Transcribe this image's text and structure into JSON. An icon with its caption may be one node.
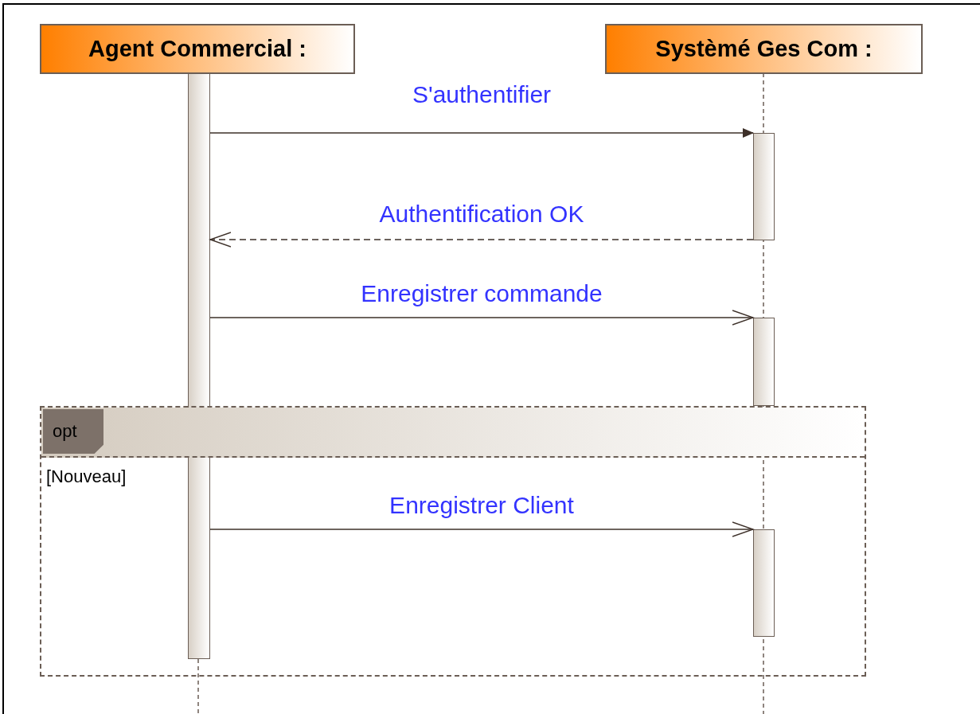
{
  "diagram": {
    "nodes": [
      {
        "text": [
          "Agent Commercial :"
        ]
      },
      {
        "text": [
          "Systèmé Ges Com :"
        ]
      },
      {
        "text": [],
        "shape": "bar"
      },
      {
        "text": [],
        "shape": "bar"
      },
      {
        "text": [],
        "shape": "bar"
      },
      {
        "text": [
          "opt",
          "[Nouveau]"
        ]
      },
      {
        "text": [],
        "shape": "bar",
        "in": 5
      }
    ],
    "edges": [
      {
        "from": 2,
        "to": 3,
        "arrow": "to",
        "label": "S'authentifier"
      },
      {
        "from": 3,
        "to": 2,
        "arrow": "to",
        "label": "Authentification OK",
        "style": "dashed"
      },
      {
        "from": 2,
        "to": 4,
        "arrow": "to",
        "label": "Enregistrer commande"
      },
      {
        "from": 2,
        "to": 6,
        "arrow": "to",
        "label": "Enregistrer Client"
      }
    ]
  }
}
